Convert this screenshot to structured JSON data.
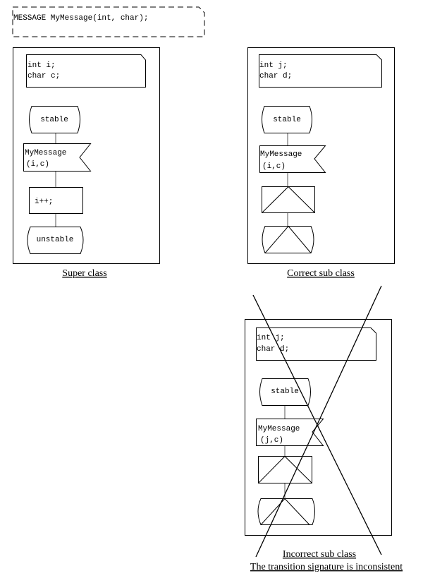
{
  "message_declaration": "MESSAGE MyMessage(int, char);",
  "super_class": {
    "vars": [
      "int  i;",
      "char c;"
    ],
    "start_state": "stable",
    "signal": [
      "MyMessage",
      "(i,c)"
    ],
    "task": "i++;",
    "end_state": "unstable",
    "caption": "Super class"
  },
  "correct_sub_class": {
    "vars": [
      "int  j;",
      "char d;"
    ],
    "start_state": "stable",
    "signal": [
      "MyMessage",
      "(i,c)"
    ],
    "caption": "Correct sub class"
  },
  "incorrect_sub_class": {
    "vars": [
      "int  j;",
      "char d;"
    ],
    "start_state": "stable",
    "signal": [
      "MyMessage",
      "(j,c)"
    ],
    "caption": "Incorrect sub class",
    "note": "The transition signature is inconsistent"
  }
}
